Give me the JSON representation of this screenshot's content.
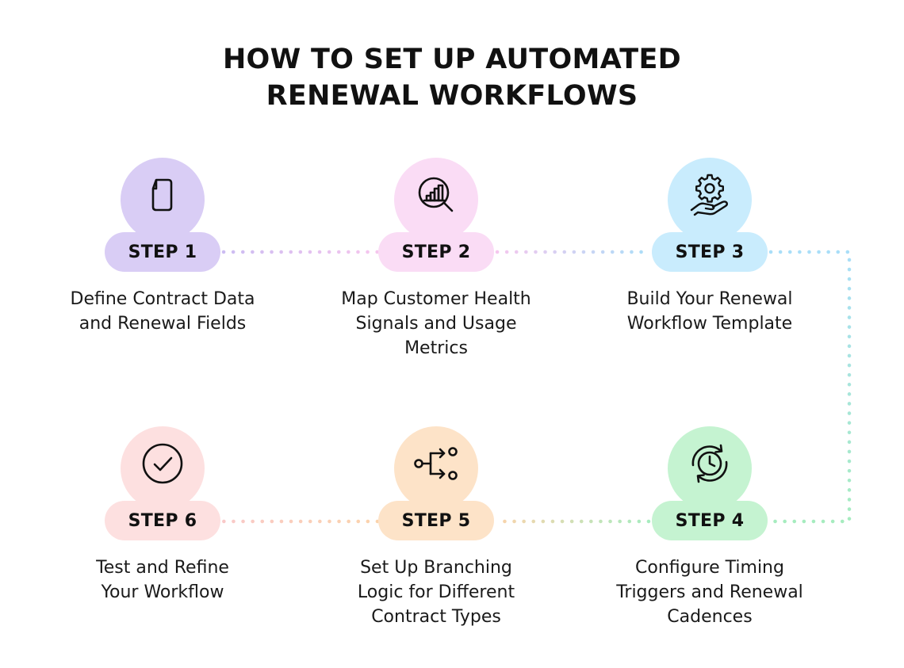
{
  "title": {
    "line1": "HOW TO SET UP AUTOMATED",
    "line2": "RENEWAL WORKFLOWS"
  },
  "steps": [
    {
      "label": "STEP 1",
      "icon": "document-icon",
      "circle_color": "#d9cdf5",
      "pill_color": "#d9cdf5",
      "desc": [
        "Define Contract Data",
        "and Renewal Fields"
      ]
    },
    {
      "label": "STEP 2",
      "icon": "analytics-search-icon",
      "circle_color": "#fadcf5",
      "pill_color": "#fadcf5",
      "desc": [
        "Map Customer Health",
        "Signals and Usage",
        "Metrics"
      ]
    },
    {
      "label": "STEP 3",
      "icon": "gear-hand-icon",
      "circle_color": "#c9ecfd",
      "pill_color": "#c9ecfd",
      "desc": [
        "Build Your Renewal",
        "Workflow Template"
      ]
    },
    {
      "label": "STEP 4",
      "icon": "clock-cycle-icon",
      "circle_color": "#c5f3d1",
      "pill_color": "#c5f3d1",
      "desc": [
        "Configure Timing",
        "Triggers and Renewal",
        "Cadences"
      ]
    },
    {
      "label": "STEP 5",
      "icon": "branching-icon",
      "circle_color": "#fde3c8",
      "pill_color": "#fde3c8",
      "desc": [
        "Set Up Branching",
        "Logic for Different",
        "Contract Types"
      ]
    },
    {
      "label": "STEP 6",
      "icon": "check-circle-icon",
      "circle_color": "#fde0e0",
      "pill_color": "#fde0e0",
      "desc": [
        "Test and Refine",
        "Your Workflow"
      ]
    }
  ]
}
